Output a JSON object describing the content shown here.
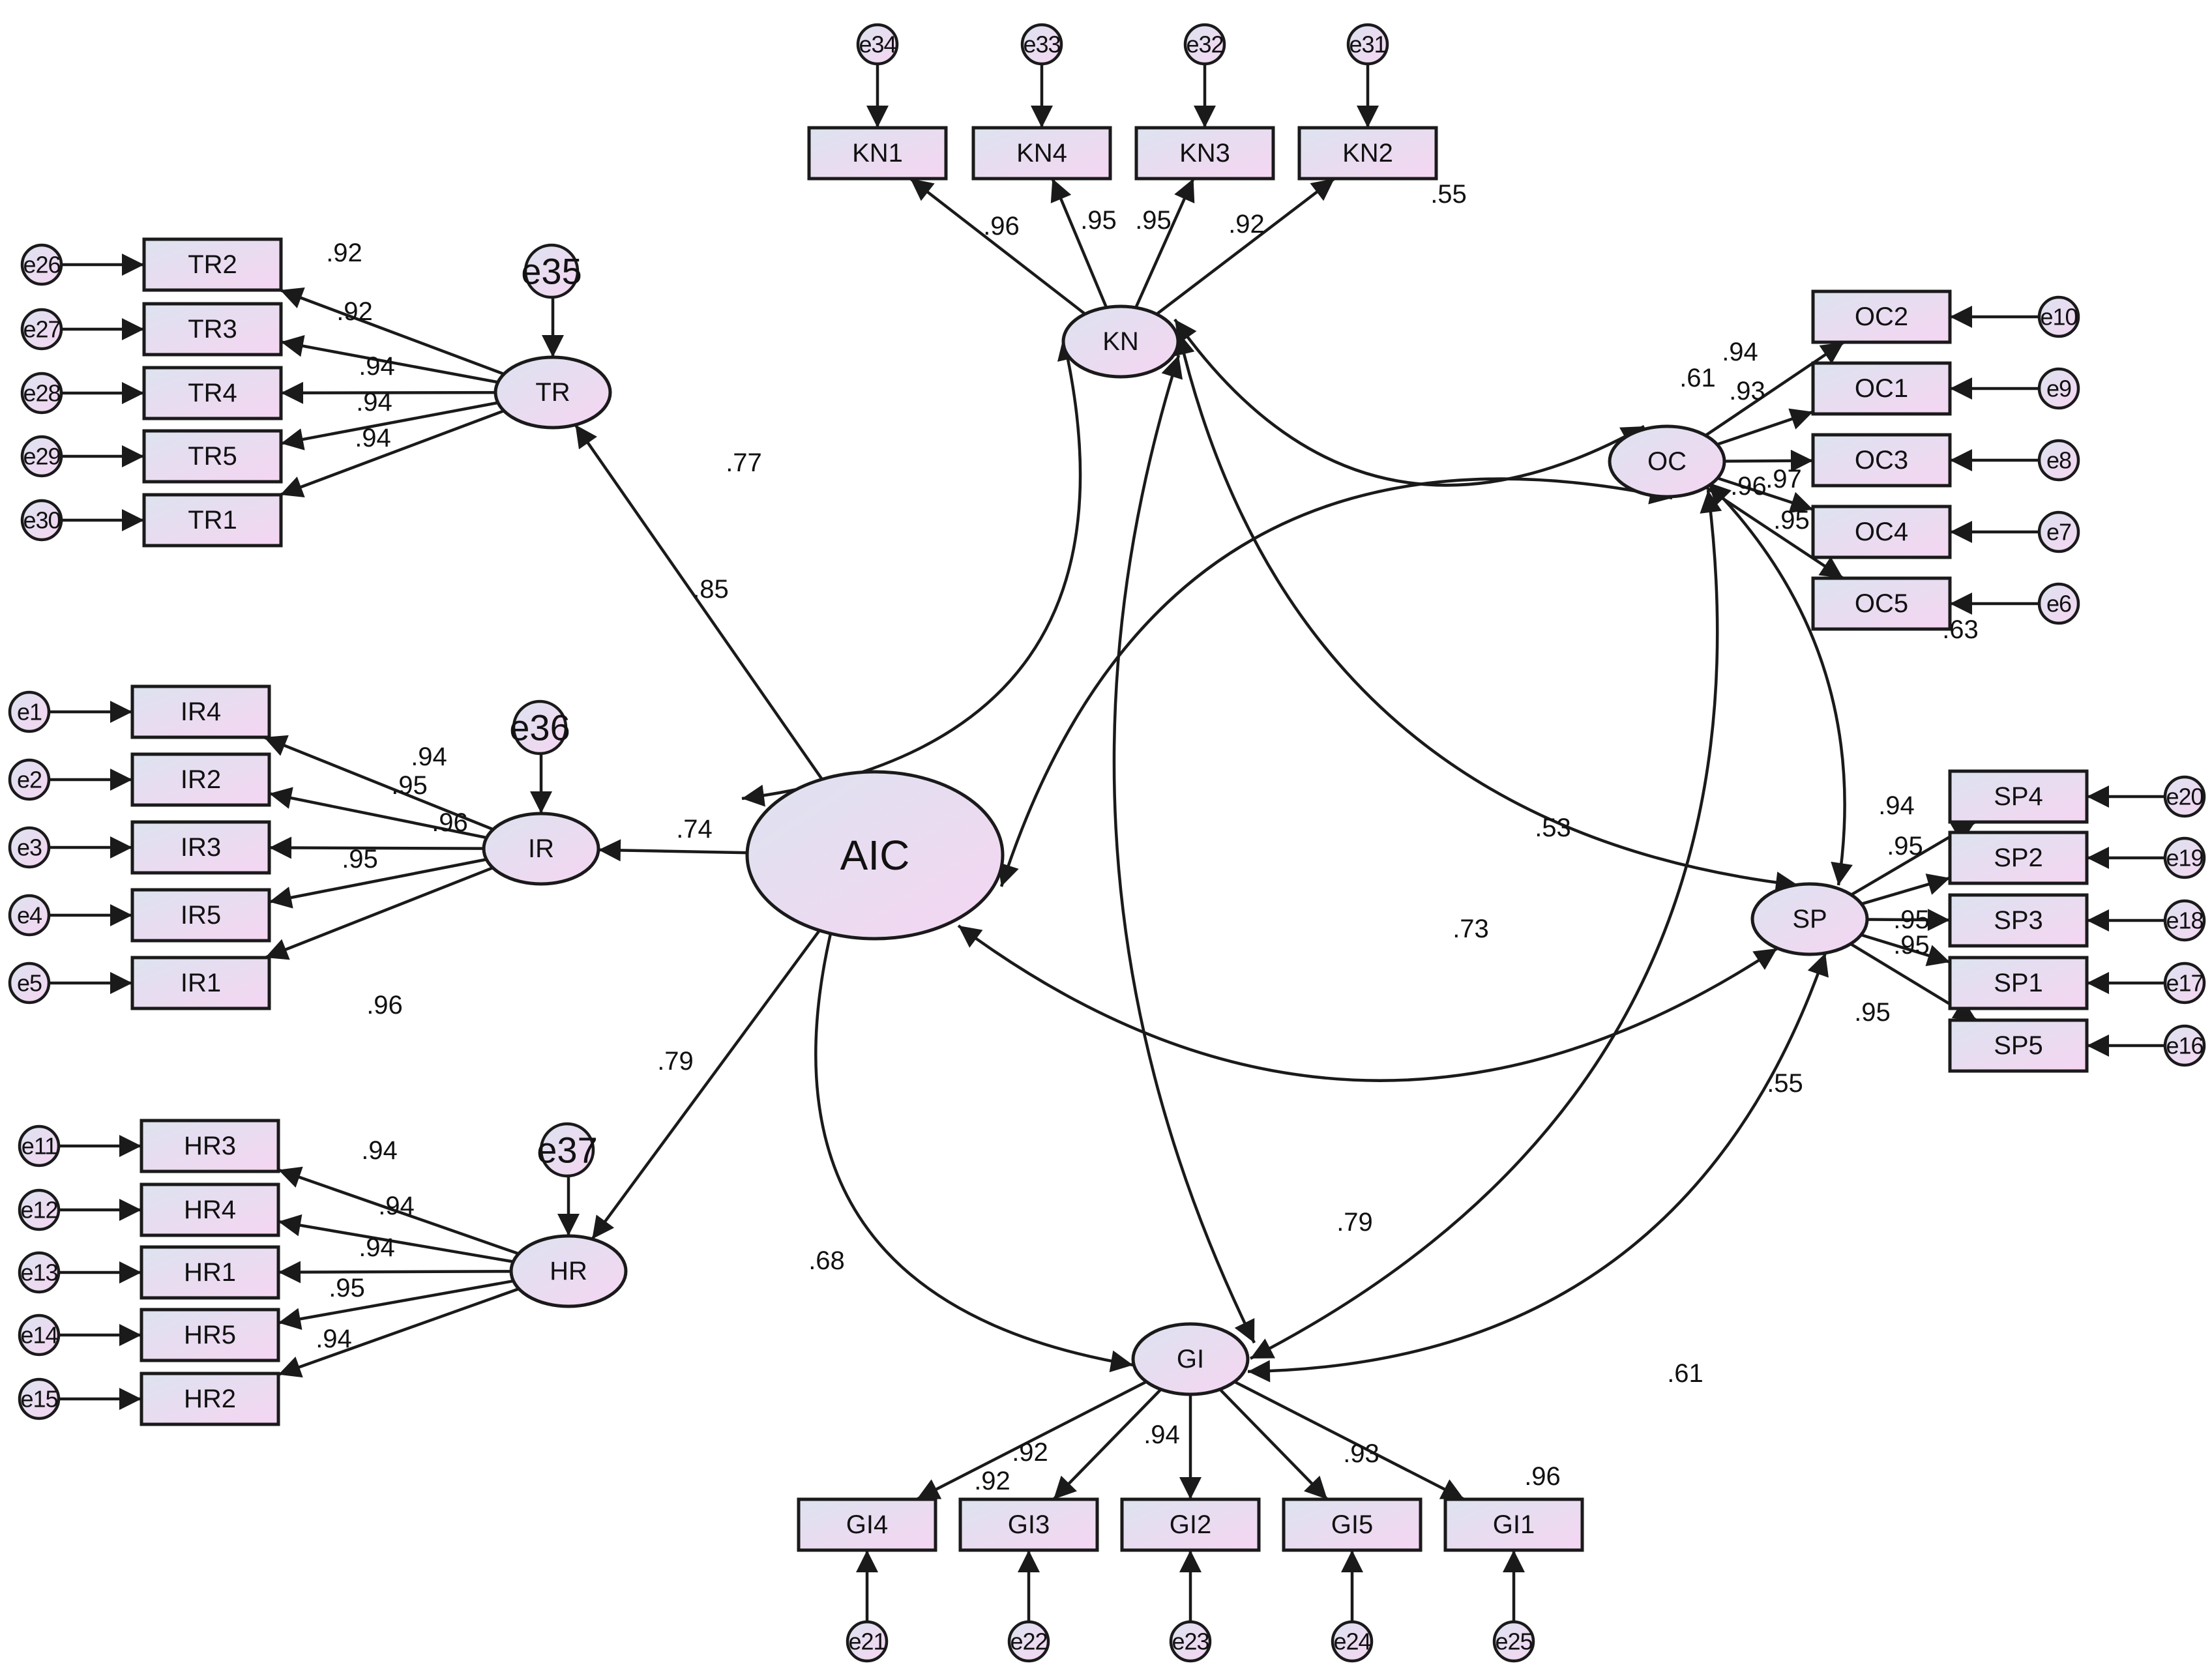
{
  "colors": {
    "fill_start": "#dde3ef",
    "fill_end": "#f5d5f2",
    "stroke": "#1a1a1a"
  },
  "latent": {
    "AIC": "AIC",
    "TR": "TR",
    "IR": "IR",
    "HR": "HR",
    "KN": "KN",
    "OC": "OC",
    "SP": "SP",
    "GI": "GI"
  },
  "indicators": {
    "TR": [
      "TR2",
      "TR3",
      "TR4",
      "TR5",
      "TR1"
    ],
    "IR": [
      "IR4",
      "IR2",
      "IR3",
      "IR5",
      "IR1"
    ],
    "HR": [
      "HR3",
      "HR4",
      "HR1",
      "HR5",
      "HR2"
    ],
    "KN": [
      "KN1",
      "KN4",
      "KN3",
      "KN2"
    ],
    "OC": [
      "OC2",
      "OC1",
      "OC3",
      "OC4",
      "OC5"
    ],
    "SP": [
      "SP4",
      "SP2",
      "SP3",
      "SP1",
      "SP5"
    ],
    "GI": [
      "GI4",
      "GI3",
      "GI2",
      "GI5",
      "GI1"
    ]
  },
  "errors": {
    "TR": [
      "e26",
      "e27",
      "e28",
      "e29",
      "e30"
    ],
    "IR": [
      "e1",
      "e2",
      "e3",
      "e4",
      "e5"
    ],
    "HR": [
      "e11",
      "e12",
      "e13",
      "e14",
      "e15"
    ],
    "KN": [
      "e34",
      "e33",
      "e32",
      "e31"
    ],
    "OC": [
      "e10",
      "e9",
      "e8",
      "e7",
      "e6"
    ],
    "SP": [
      "e20",
      "e19",
      "e18",
      "e17",
      "e16"
    ],
    "GI": [
      "e21",
      "e22",
      "e23",
      "e24",
      "e25"
    ],
    "disturbance": {
      "TR": "e35",
      "IR": "e36",
      "HR": "e37"
    }
  },
  "loadings": {
    "TR": [
      ".92",
      ".92",
      ".94",
      ".94",
      ".94"
    ],
    "IR": [
      ".94",
      ".95",
      ".96",
      ".95",
      ".96"
    ],
    "HR": [
      ".94",
      ".94",
      ".94",
      ".95",
      ".94"
    ],
    "KN": [
      ".96",
      ".95",
      ".95",
      ".92"
    ],
    "OC": [
      ".94",
      ".93",
      ".97",
      ".96",
      ".95"
    ],
    "SP": [
      ".94",
      ".95",
      ".95",
      ".95",
      ".95"
    ],
    "GI": [
      ".92",
      ".92",
      ".94",
      ".93",
      ".96"
    ]
  },
  "paths": {
    "AIC_TR": ".85",
    "AIC_IR": ".74",
    "AIC_HR": ".79"
  },
  "correlations": {
    "AIC_KN": ".77",
    "AIC_GI": ".68",
    "KN_OC": ".55",
    "KN_SP": ".61",
    "KN_GI": ".73",
    "AIC_OC": ".53",
    "AIC_SP": ".79",
    "OC_SP": ".63",
    "OC_GI": ".55",
    "SP_GI": ".61"
  }
}
